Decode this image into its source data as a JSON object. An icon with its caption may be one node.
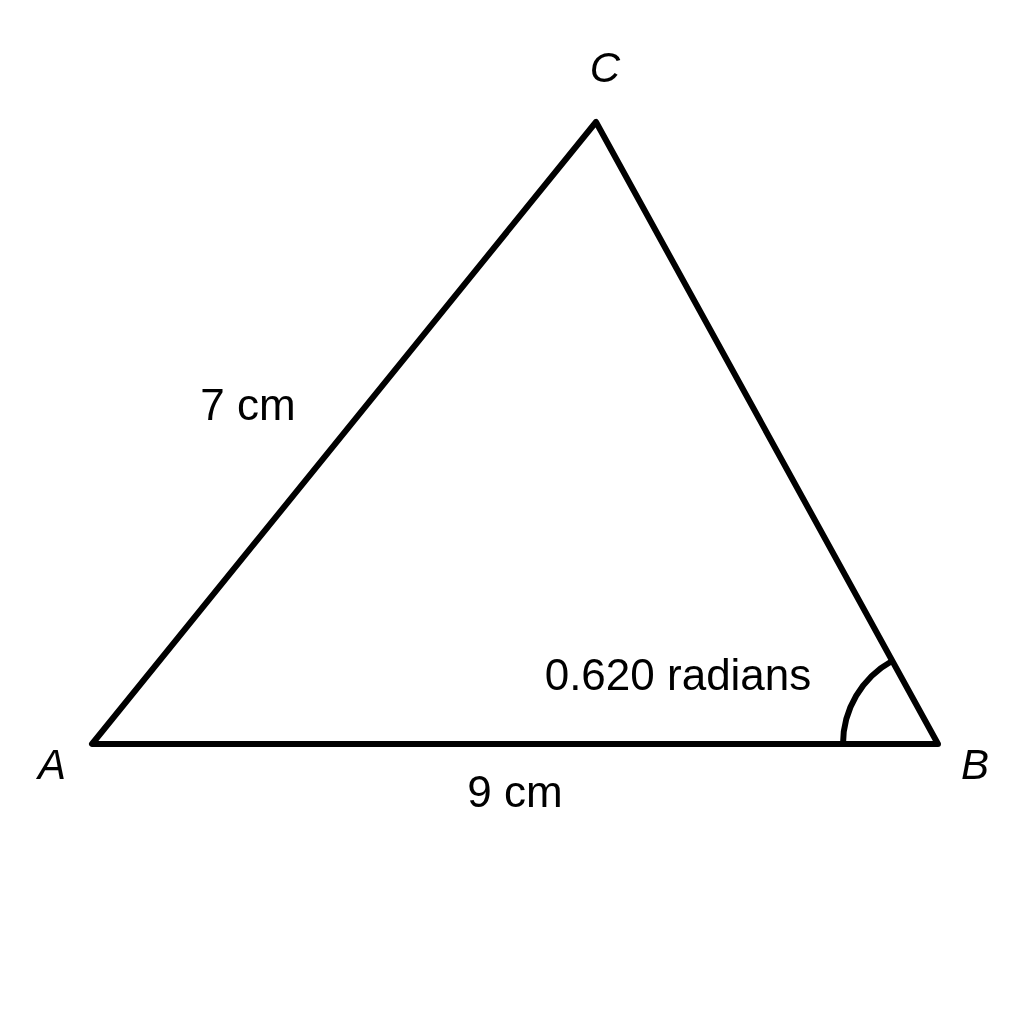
{
  "diagram": {
    "labels": [
      "C",
      "7 cm",
      "0.620 radians",
      "A",
      "9 cm",
      "B"
    ]
  }
}
